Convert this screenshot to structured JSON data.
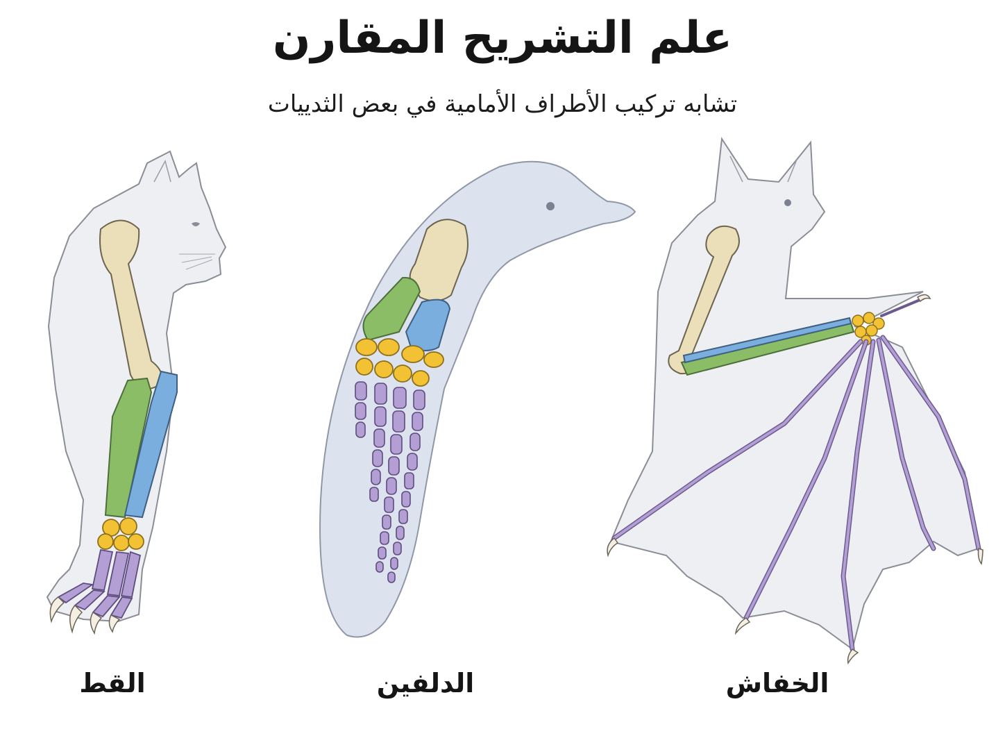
{
  "header": {
    "title": "علم التشريح المقارن",
    "subtitle": "تشابه تركيب الأطراف الأمامية في بعض الثدييات"
  },
  "animals": [
    {
      "id": "cat",
      "label": "القط"
    },
    {
      "id": "dolphin",
      "label": "الدلفين"
    },
    {
      "id": "bat",
      "label": "الخفاش"
    }
  ],
  "colors": {
    "humerus": "#eadfb8",
    "radius": "#8bbd67",
    "ulna": "#7aaede",
    "carpals": "#f2c234",
    "phalanges": "#b39fd4",
    "body_fill": "#eeeff2",
    "dolphin_fill": "#dde3ee",
    "outline": "#8a8d96"
  }
}
